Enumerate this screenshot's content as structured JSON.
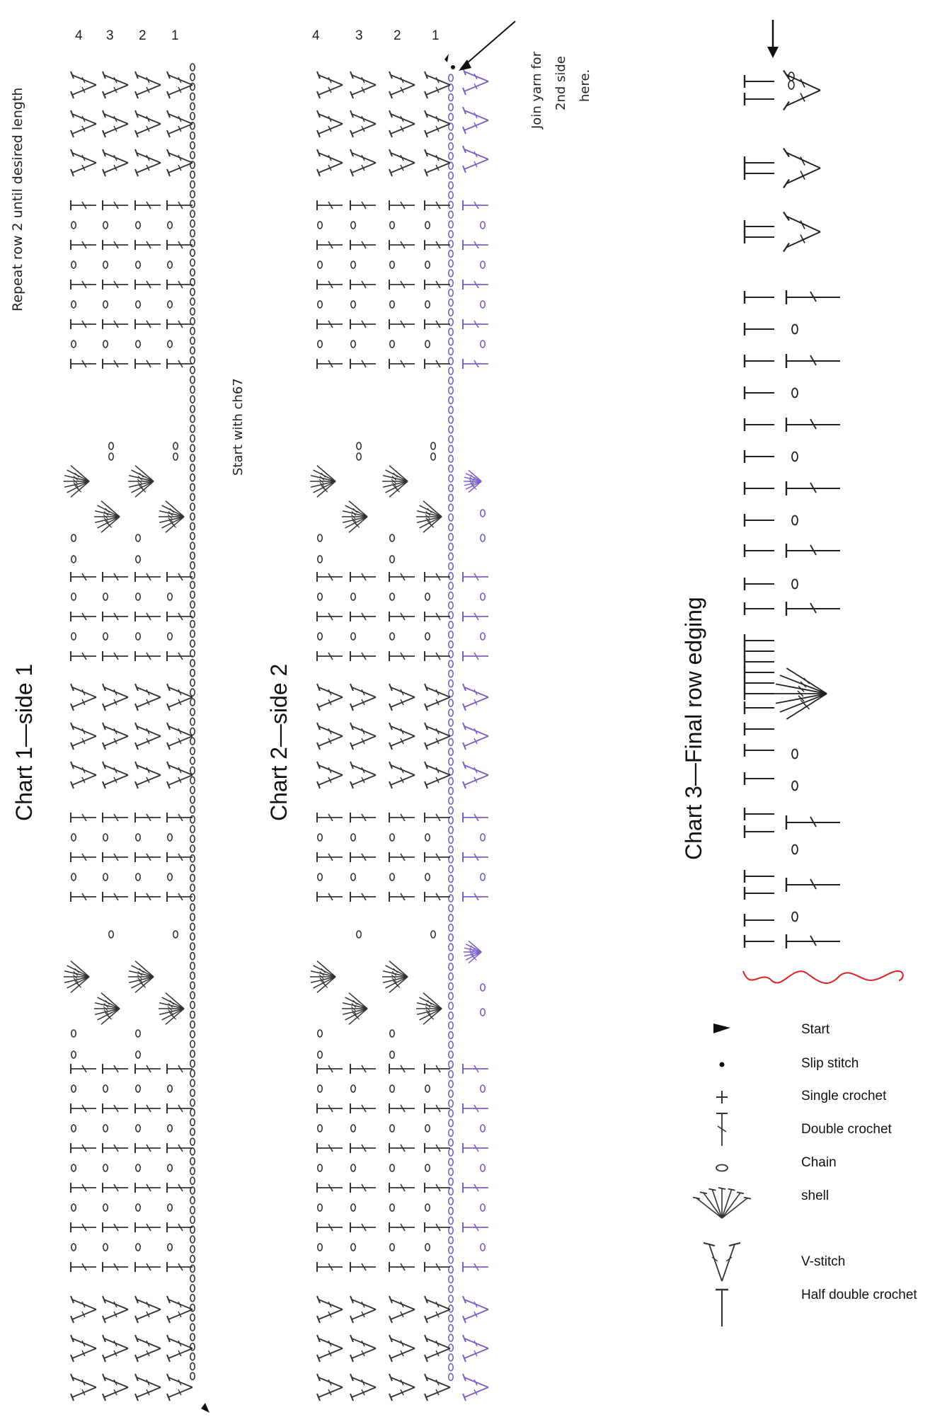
{
  "chart1": {
    "title": "Chart 1—side 1",
    "repeat_note": "Repeat row 2 until desired length",
    "start_note": "Start with ch67",
    "columns": [
      "4",
      "3",
      "2",
      "1"
    ]
  },
  "chart2": {
    "title": "Chart 2—side 2",
    "join_note_line1": "Join yarn for",
    "join_note_line2": "2nd side",
    "join_note_line3": "here.",
    "columns": [
      "4",
      "3",
      "2",
      "1"
    ]
  },
  "chart3": {
    "title": "Chart 3—Final row edging"
  },
  "legend": {
    "items": [
      {
        "symbol": "start",
        "label": "Start"
      },
      {
        "symbol": "slip-stitch",
        "label": "Slip stitch"
      },
      {
        "symbol": "single-crochet",
        "label": "Single crochet"
      },
      {
        "symbol": "double-crochet",
        "label": "Double crochet"
      },
      {
        "symbol": "chain",
        "label": "Chain"
      },
      {
        "symbol": "shell",
        "label": "shell"
      },
      {
        "symbol": "v-stitch",
        "label": "V-stitch"
      },
      {
        "symbol": "half-double-crochet",
        "label": "Half double crochet"
      }
    ]
  },
  "colors": {
    "ink": "#333333",
    "side2_accent": "#7b5fc4",
    "edge_line": "#e02020"
  }
}
